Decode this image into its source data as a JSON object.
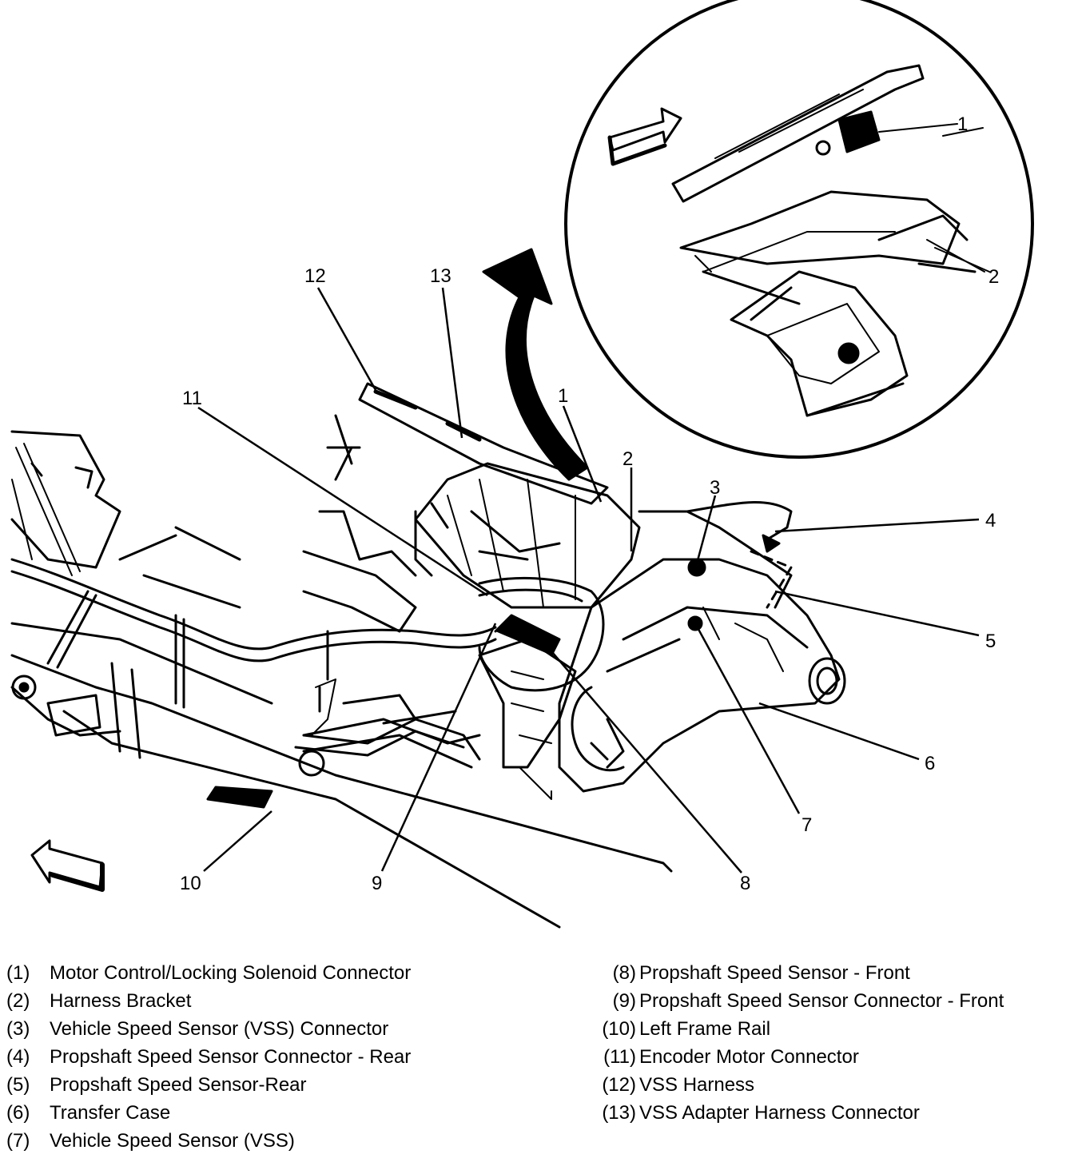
{
  "callouts": {
    "c1_inset": "1",
    "c2_inset": "2",
    "c1": "1",
    "c2": "2",
    "c3": "3",
    "c4": "4",
    "c5": "5",
    "c6": "6",
    "c7": "7",
    "c8": "8",
    "c9": "9",
    "c10": "10",
    "c11": "11",
    "c12": "12",
    "c13": "13"
  },
  "legend_left": [
    {
      "num": "(1)",
      "label": "Motor Control/Locking Solenoid Connector"
    },
    {
      "num": "(2)",
      "label": "Harness Bracket"
    },
    {
      "num": "(3)",
      "label": "Vehicle Speed Sensor (VSS) Connector"
    },
    {
      "num": "(4)",
      "label": "Propshaft Speed Sensor Connector - Rear"
    },
    {
      "num": "(5)",
      "label": "Propshaft Speed Sensor-Rear"
    },
    {
      "num": "(6)",
      "label": "Transfer Case"
    },
    {
      "num": "(7)",
      "label": "Vehicle Speed Sensor (VSS)"
    }
  ],
  "legend_right": [
    {
      "num": "(8)",
      "label": "Propshaft Speed Sensor - Front"
    },
    {
      "num": "(9)",
      "label": "Propshaft Speed Sensor Connector - Front"
    },
    {
      "num": "(10)",
      "label": "Left Frame Rail"
    },
    {
      "num": "(11)",
      "label": "Encoder Motor Connector"
    },
    {
      "num": "(12)",
      "label": "VSS Harness"
    },
    {
      "num": "(13)",
      "label": "VSS Adapter Harness Connector"
    }
  ],
  "colors": {
    "ink": "#000000",
    "paper": "#ffffff"
  }
}
